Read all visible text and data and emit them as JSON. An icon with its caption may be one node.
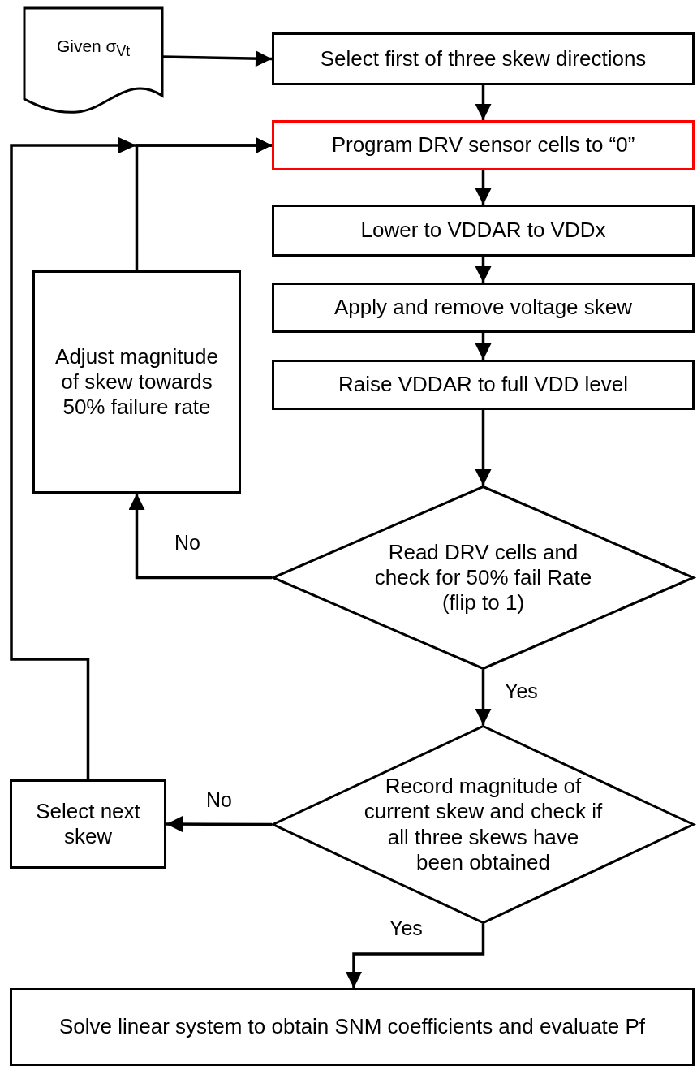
{
  "diagram": {
    "nodes": [
      {
        "text": [
          "Given σ$_{Vt}$"
        ]
      },
      {
        "text": [
          "Select first of three skew directions"
        ]
      },
      {
        "text": [
          "Program DRV sensor cells to “0”"
        ]
      },
      {
        "text": [
          "Lower to VDDAR to VDDx"
        ]
      },
      {
        "text": [
          "Apply and remove voltage skew"
        ]
      },
      {
        "text": [
          "Raise VDDAR to full VDD level"
        ]
      },
      {
        "text": [
          "Read DRV cells and check for 50% fail Rate (flip to 1)"
        ]
      },
      {
        "text": [
          "Adjust magnitude of skew towards 50% failure rate"
        ]
      },
      {
        "text": [
          "Record magnitude of current skew and check if all three skews have been obtained"
        ]
      },
      {
        "text": [
          "Select next skew"
        ]
      },
      {
        "text": [
          "Solve linear system to obtain SNM coefficients and evaluate Pf"
        ]
      }
    ],
    "edges": [
      {
        "from": 0,
        "to": 1,
        "arrow": "to"
      },
      {
        "from": 1,
        "to": 2,
        "arrow": "to"
      },
      {
        "from": 2,
        "to": 3,
        "arrow": "to"
      },
      {
        "from": 3,
        "to": 4,
        "arrow": "to"
      },
      {
        "from": 4,
        "to": 5,
        "arrow": "to"
      },
      {
        "from": 5,
        "to": 6,
        "arrow": "to"
      },
      {
        "from": 6,
        "to": 7,
        "arrow": "to",
        "label": "No"
      },
      {
        "from": 7,
        "to": 2,
        "arrow": "to"
      },
      {
        "from": 6,
        "to": 8,
        "arrow": "to",
        "label": "Yes"
      },
      {
        "from": 8,
        "to": 9,
        "arrow": "to",
        "label": "No"
      },
      {
        "from": 9,
        "to": 2,
        "arrow": "to"
      },
      {
        "from": 8,
        "to": 10,
        "arrow": "to",
        "label": "Yes"
      }
    ]
  }
}
